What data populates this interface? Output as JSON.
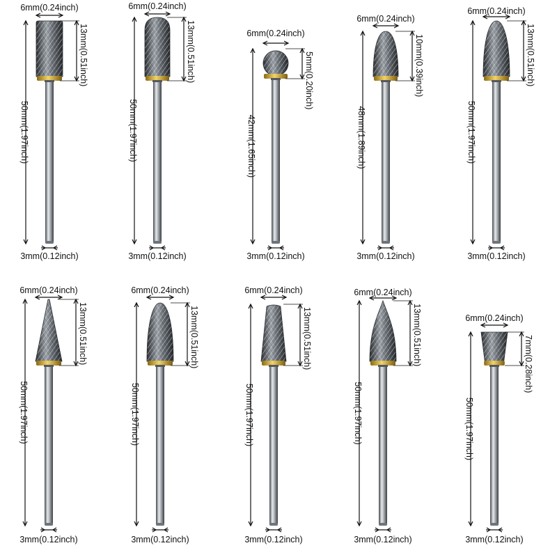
{
  "bits": [
    {
      "id": "bit-1",
      "head": "cylinder",
      "total_length": "50mm(1.97inch)",
      "head_length": "13mm(0.51inch)",
      "head_diameter": "6mm(0.24inch)",
      "shank_diameter": "3mm(0.12inch)"
    },
    {
      "id": "bit-2",
      "head": "cylinder-round",
      "total_length": "50mm(1.97inch)",
      "head_length": "13mm(0.51inch)",
      "head_diameter": "6mm(0.24inch)",
      "shank_diameter": "3mm(0.12inch)"
    },
    {
      "id": "bit-3",
      "head": "ball",
      "total_length": "42mm(1.65inch)",
      "head_length": "5mm(0.20inch)",
      "head_diameter": "6mm(0.24inch)",
      "shank_diameter": "3mm(0.12inch)"
    },
    {
      "id": "bit-4",
      "head": "oval",
      "total_length": "48mm(1.89inch)",
      "head_length": "10mm(0.39inch)",
      "head_diameter": "6mm(0.24inch)",
      "shank_diameter": "3mm(0.12inch)"
    },
    {
      "id": "bit-5",
      "head": "tree",
      "total_length": "50mm(1.97inch)",
      "head_length": "13mm(0.51inch)",
      "head_diameter": "6mm(0.24inch)",
      "shank_diameter": "3mm(0.12inch)"
    },
    {
      "id": "bit-6",
      "head": "cone",
      "total_length": "50mm(1.97inch)",
      "head_length": "13mm(0.51inch)",
      "head_diameter": "6mm(0.24inch)",
      "shank_diameter": "3mm(0.12inch)"
    },
    {
      "id": "bit-7",
      "head": "tree",
      "total_length": "50mm(1.97inch)",
      "head_length": "13mm(0.51inch)",
      "head_diameter": "6mm(0.24inch)",
      "shank_diameter": "3mm(0.12inch)"
    },
    {
      "id": "bit-8",
      "head": "taper",
      "total_length": "50mm(1.97inch)",
      "head_length": "13mm(0.51inch)",
      "head_diameter": "6mm(0.24inch)",
      "shank_diameter": "3mm(0.12inch)"
    },
    {
      "id": "bit-9",
      "head": "flame",
      "total_length": "50mm(1.97inch)",
      "head_length": "13mm(0.51inch)",
      "head_diameter": "6mm(0.24inch)",
      "shank_diameter": "3mm(0.12inch)"
    },
    {
      "id": "bit-10",
      "head": "inverted-cone",
      "total_length": "50mm(1.97inch)",
      "head_length": "7mm(0.28inch)",
      "head_diameter": "6mm(0.24inch)",
      "shank_diameter": "3mm(0.12inch)"
    }
  ],
  "colors": {
    "background": "#ffffff",
    "steel_dark": "#3e4247",
    "steel_light": "#dfe3e7",
    "brass": "#d8b13a",
    "text": "#111111"
  }
}
